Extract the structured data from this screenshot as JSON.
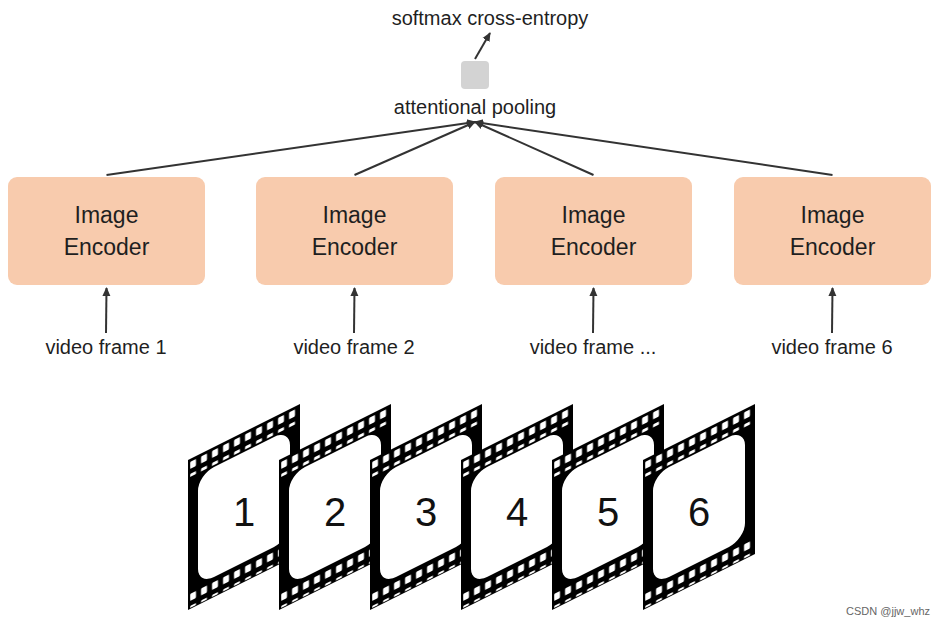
{
  "diagram": {
    "nodes": [
      {
        "text": [
          "softmax cross-entropy"
        ]
      },
      {
        "text": [
          "attentional pooling"
        ]
      },
      {
        "text": [
          "Image Encoder"
        ]
      },
      {
        "text": [
          "Image Encoder"
        ]
      },
      {
        "text": [
          "Image Encoder"
        ]
      },
      {
        "text": [
          "Image Encoder"
        ]
      },
      {
        "text": [
          "video frame 1"
        ]
      },
      {
        "text": [
          "video frame 2"
        ]
      },
      {
        "text": [
          "video frame ..."
        ]
      },
      {
        "text": [
          "video frame 6"
        ]
      }
    ],
    "edges": [
      {
        "from": 1,
        "to": 0,
        "arrow": "to"
      },
      {
        "from": 2,
        "to": 1,
        "arrow": "to"
      },
      {
        "from": 3,
        "to": 1,
        "arrow": "to"
      },
      {
        "from": 4,
        "to": 1,
        "arrow": "to"
      },
      {
        "from": 5,
        "to": 1,
        "arrow": "to"
      },
      {
        "from": 6,
        "to": 2,
        "arrow": "to"
      },
      {
        "from": 7,
        "to": 3,
        "arrow": "to"
      },
      {
        "from": 8,
        "to": 4,
        "arrow": "to"
      },
      {
        "from": 9,
        "to": 5,
        "arrow": "to"
      }
    ],
    "labels": [
      "1",
      "2",
      "3",
      "4",
      "5",
      "6",
      "CSDN @jjw_whz"
    ]
  }
}
